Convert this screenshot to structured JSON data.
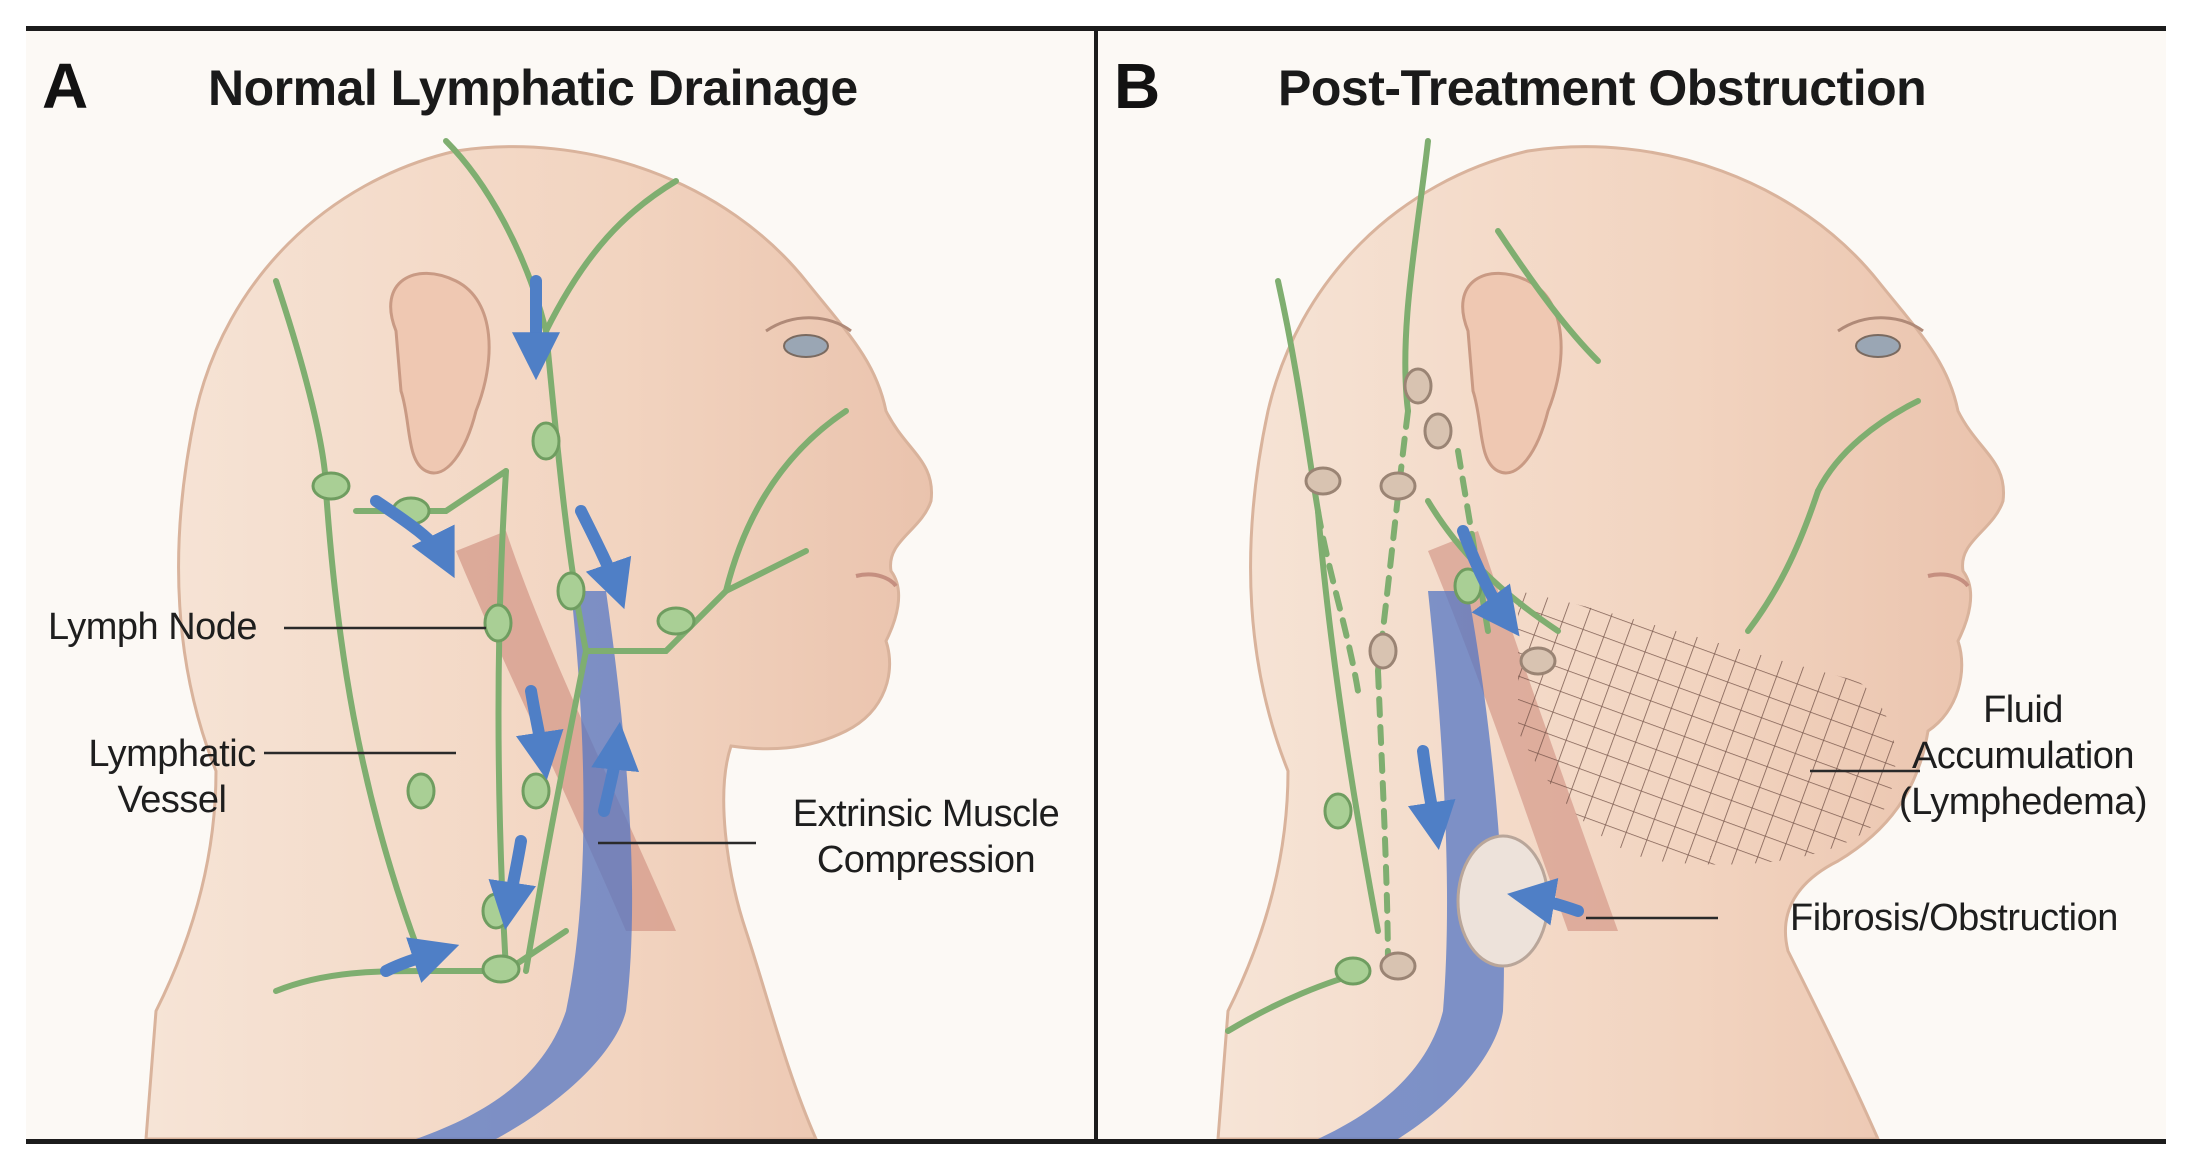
{
  "panels": [
    {
      "letter": "A",
      "title": "Normal Lymphatic Drainage",
      "labels": {
        "lymph_node": "Lymph Node",
        "lymphatic_vessel_1": "Lymphatic",
        "lymphatic_vessel_2": "Vessel",
        "muscle_1": "Extrinsic Muscle",
        "muscle_2": "Compression"
      }
    },
    {
      "letter": "B",
      "title": "Post-Treatment Obstruction",
      "labels": {
        "fluid_1": "Fluid",
        "fluid_2": "Accumulation",
        "fluid_3": "(Lymphedema)",
        "fibrosis": "Fibrosis/Obstruction"
      }
    }
  ],
  "colors": {
    "skin": "#f3d7c4",
    "skin_shadow": "#e3b8a0",
    "lymph_green": "#8dbb7e",
    "node_green": "#a9cf95",
    "flow_arrow": "#4f7fc6",
    "vein_blue": "#5577c4",
    "muscle": "#d49a8a"
  }
}
